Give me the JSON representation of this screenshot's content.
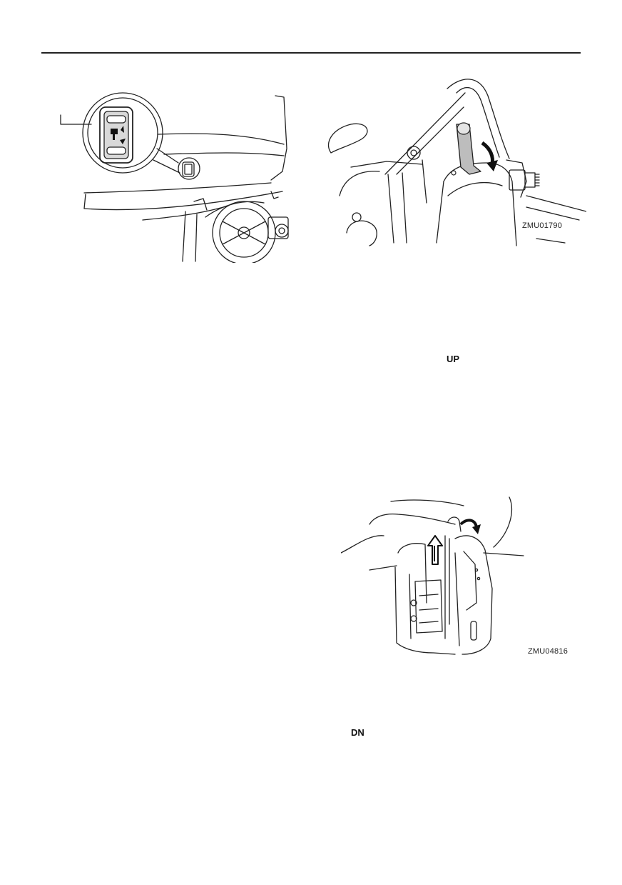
{
  "figures": {
    "tilt_switch": {
      "callout": ""
    },
    "tilt_support_lever": {
      "code": "ZMU01790"
    },
    "tilt_support_release": {
      "code": "ZMU04816"
    }
  },
  "switch_keys": {
    "up": "UP",
    "down": "DN"
  }
}
